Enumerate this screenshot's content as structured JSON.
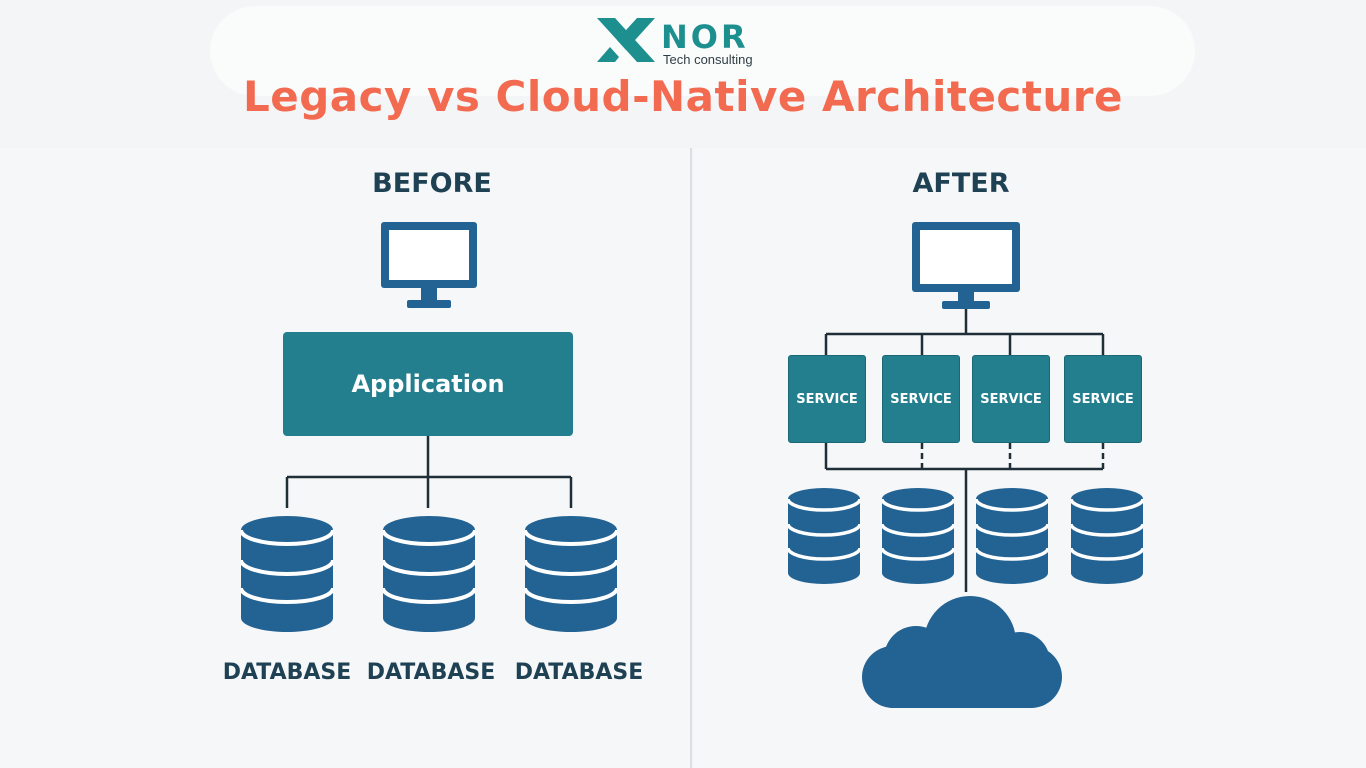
{
  "brand": {
    "name": "NOR",
    "tagline": "Tech consulting"
  },
  "title": "Legacy vs Cloud-Native Architecture",
  "before": {
    "heading": "BEFORE",
    "application_label": "Application",
    "databases": [
      "DATABASE",
      "DATABASE",
      "DATABASE"
    ]
  },
  "after": {
    "heading": "AFTER",
    "services": [
      "SERVICE",
      "SERVICE",
      "SERVICE",
      "SERVICE"
    ]
  },
  "icons": [
    "monitor-icon",
    "database-icon",
    "cloud-icon",
    "xnor-logo-icon"
  ],
  "colors": {
    "title": "#f26a4f",
    "teal": "#237f8e",
    "navy": "#1f4154",
    "blue": "#236394",
    "logo_teal": "#1e8f8f"
  }
}
